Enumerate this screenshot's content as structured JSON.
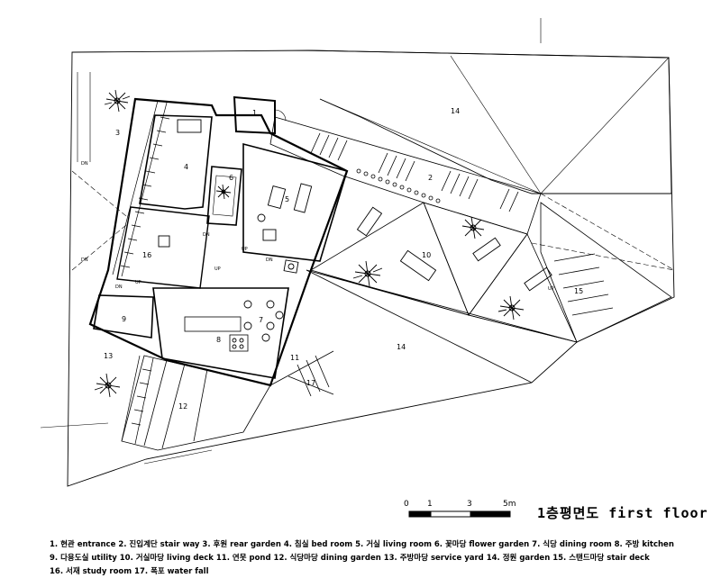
{
  "drawing": {
    "title": "1층평면도  first floor",
    "scale_labels": [
      "0",
      "1",
      "3",
      "5m"
    ]
  },
  "room_numbers": {
    "r1": "1",
    "r2": "2",
    "r3": "3",
    "r4": "4",
    "r5": "5",
    "r6": "6",
    "r7": "7",
    "r8": "8",
    "r9": "9",
    "r10": "10",
    "r11": "11",
    "r12": "12",
    "r13": "13",
    "r14a": "14",
    "r14b": "14",
    "r15": "15",
    "r16": "16",
    "r17": "17"
  },
  "stair_labels": {
    "dn": "DN",
    "up": "UP"
  },
  "legend": {
    "line1": "1. 현관 entrance  2. 진입계단 stair way  3. 후원 rear garden  4. 침실 bed room  5. 거실 living room  6. 꽃마당 flower garden 7. 식당 dining room  8. 주방 kitchen",
    "line2": "9. 다용도실 utility  10. 거실마당 living deck  11. 연못 pond  12. 식당마당 dining garden  13. 주방마당 service yard  14. 정원 garden  15. 스탠드마당  stair deck",
    "line3": "16. 서재 study room  17. 폭포 water fall"
  }
}
